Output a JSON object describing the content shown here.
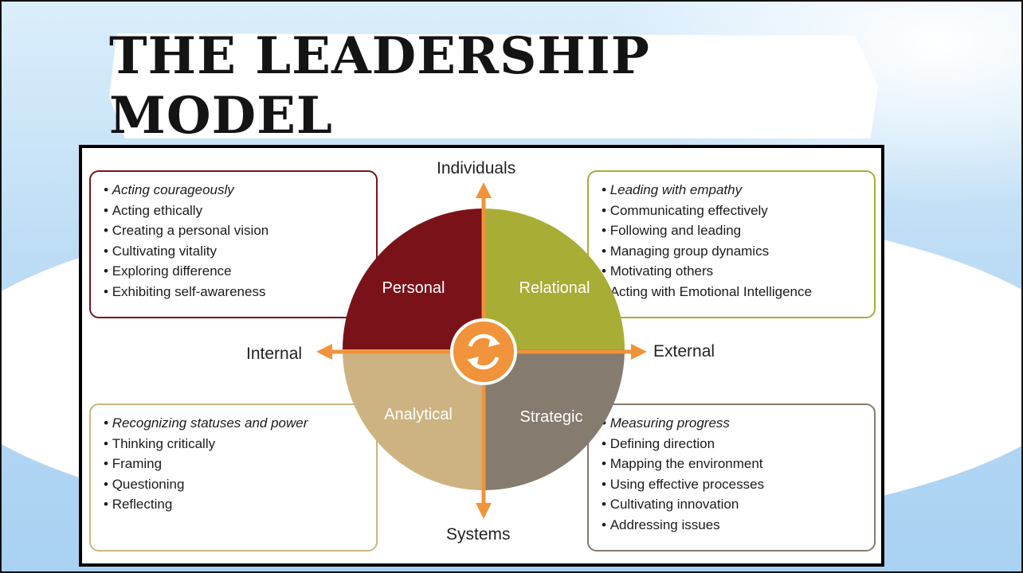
{
  "title": "THE LEADERSHIP MODEL",
  "axes": {
    "top": "Individuals",
    "bottom": "Systems",
    "left": "Internal",
    "right": "External"
  },
  "quadrants": {
    "personal": {
      "label": "Personal",
      "color": "#7a1319"
    },
    "relational": {
      "label": "Relational",
      "color": "#a8ad36"
    },
    "analytical": {
      "label": "Analytical",
      "color": "#cdb381"
    },
    "strategic": {
      "label": "Strategic",
      "color": "#857b6e"
    }
  },
  "accent_color": "#f0933a",
  "boxes": {
    "personal": [
      "Acting courageously",
      "Acting ethically",
      "Creating a personal vision",
      "Cultivating vitality",
      "Exploring difference",
      "Exhibiting self-awareness"
    ],
    "relational": [
      "Leading with empathy",
      "Communicating effectively",
      "Following and leading",
      "Managing group dynamics",
      "Motivating others",
      "Acting with Emotional Intelligence"
    ],
    "analytical": [
      "Recognizing statuses and power",
      "Thinking critically",
      "Framing",
      "Questioning",
      "Reflecting"
    ],
    "strategic": [
      "Measuring progress",
      "Defining direction",
      "Mapping the environment",
      "Using effective processes",
      "Cultivating innovation",
      "Addressing issues"
    ]
  },
  "center_icon": "cycle-arrows-icon"
}
